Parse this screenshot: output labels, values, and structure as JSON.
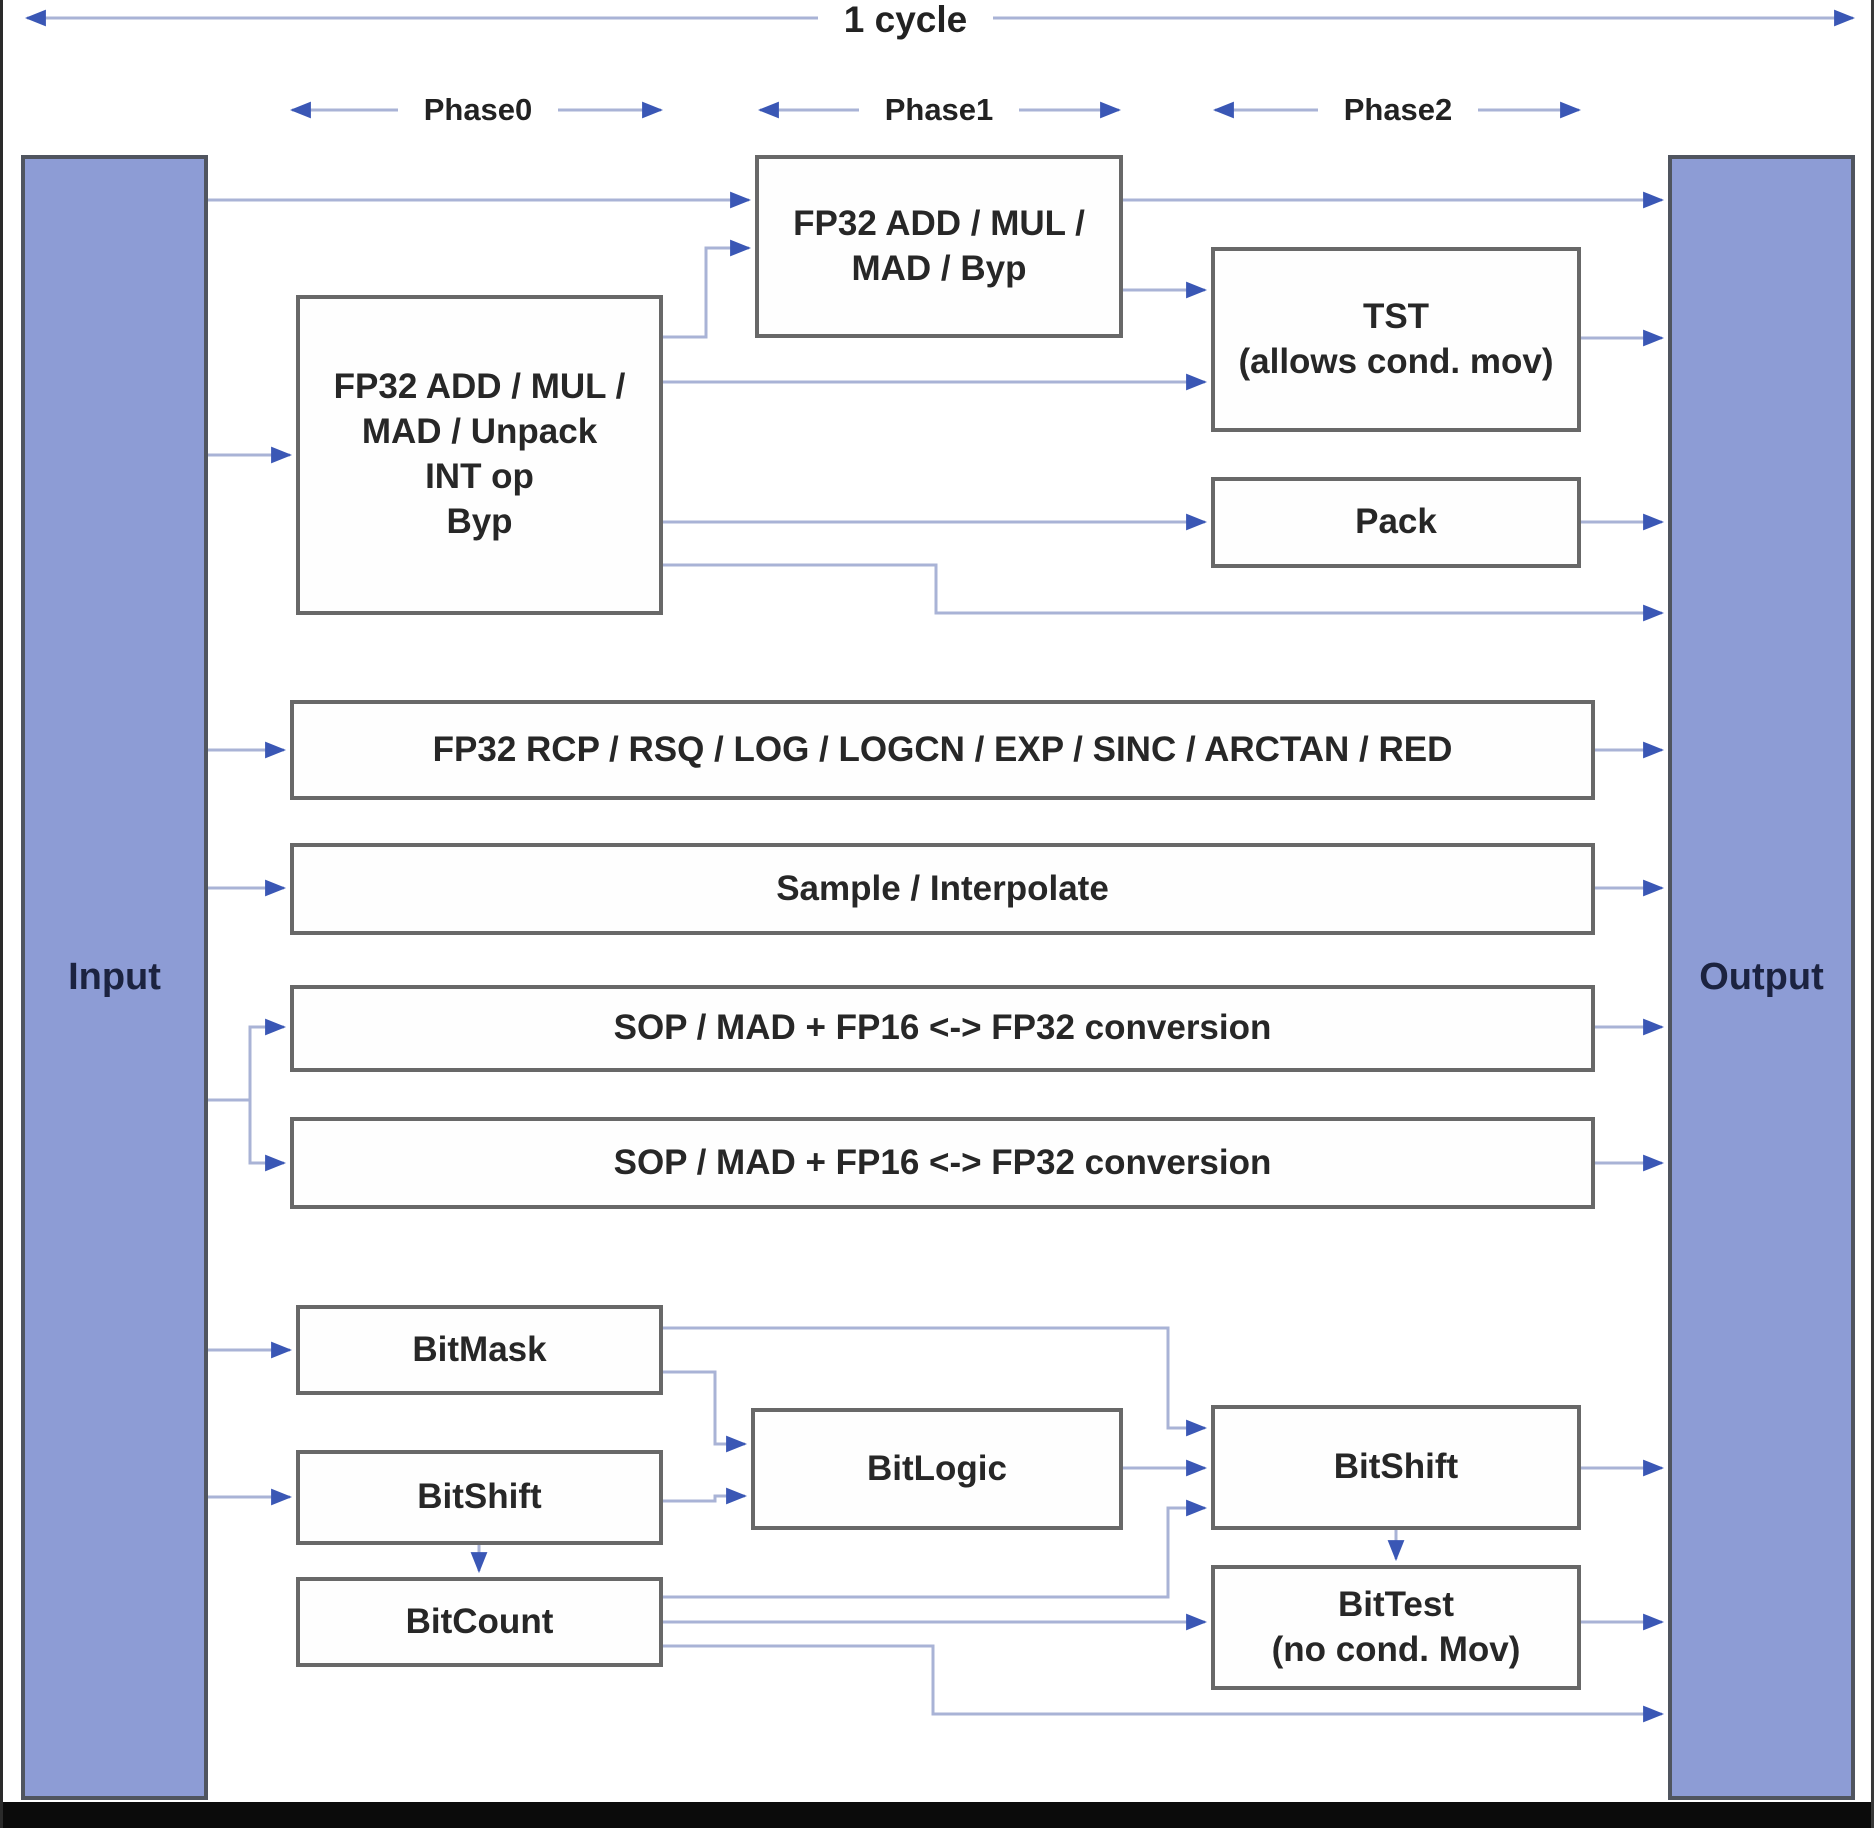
{
  "header": {
    "cycle_label": "1 cycle",
    "phases": [
      {
        "label": "Phase0"
      },
      {
        "label": "Phase1"
      },
      {
        "label": "Phase2"
      }
    ]
  },
  "io": {
    "input": "Input",
    "output": "Output"
  },
  "units": {
    "fp32_phase1": "FP32 ADD / MUL /\nMAD / Byp",
    "fp32_phase0": "FP32 ADD / MUL /\nMAD / Unpack\nINT op\nByp",
    "tst": "TST\n(allows cond. mov)",
    "pack": "Pack",
    "rcp": "FP32 RCP / RSQ / LOG / LOGCN / EXP / SINC / ARCTAN / RED",
    "sample": "Sample / Interpolate",
    "sop_row1": "SOP / MAD + FP16 <-> FP32 conversion",
    "sop_row2": "SOP / MAD + FP16 <-> FP32 conversion",
    "bitmask": "BitMask",
    "bitshift_phase0": "BitShift",
    "bitlogic": "BitLogic",
    "bitshift_phase2": "BitShift",
    "bitcount": "BitCount",
    "bittest": "BitTest\n(no cond. Mov)"
  },
  "colors": {
    "io_fill": "#8d9cd5",
    "io_border": "#50555f",
    "unit_border": "#686868",
    "connector_line": "#a9b3d6",
    "arrowhead": "#3a57b5",
    "text": "#272727",
    "io_text": "#1c2340",
    "frame": "#0b0b0b"
  }
}
